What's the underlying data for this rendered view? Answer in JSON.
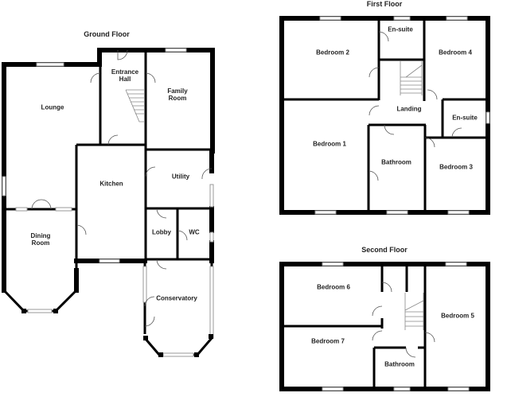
{
  "floors": [
    {
      "title": "Ground Floor",
      "rooms": [
        {
          "label": "Lounge"
        },
        {
          "label": "Entrance\nHall"
        },
        {
          "label": "Family\nRoom"
        },
        {
          "label": "Kitchen"
        },
        {
          "label": "Utility"
        },
        {
          "label": "Dining\nRoom"
        },
        {
          "label": "Lobby"
        },
        {
          "label": "WC"
        },
        {
          "label": "Conservatory"
        }
      ]
    },
    {
      "title": "First Floor",
      "rooms": [
        {
          "label": "Bedroom 2"
        },
        {
          "label": "En-suite"
        },
        {
          "label": "Bedroom 4"
        },
        {
          "label": "Landing"
        },
        {
          "label": "En-suite"
        },
        {
          "label": "Bedroom 1"
        },
        {
          "label": "Bathroom"
        },
        {
          "label": "Bedroom 3"
        }
      ]
    },
    {
      "title": "Second Floor",
      "rooms": [
        {
          "label": "Bedroom 6"
        },
        {
          "label": "Bedroom 5"
        },
        {
          "label": "Bedroom 7"
        },
        {
          "label": "Bathroom"
        }
      ]
    }
  ],
  "colors": {
    "wall": "#000000",
    "window": "#9a9a9a",
    "background": "#ffffff"
  }
}
